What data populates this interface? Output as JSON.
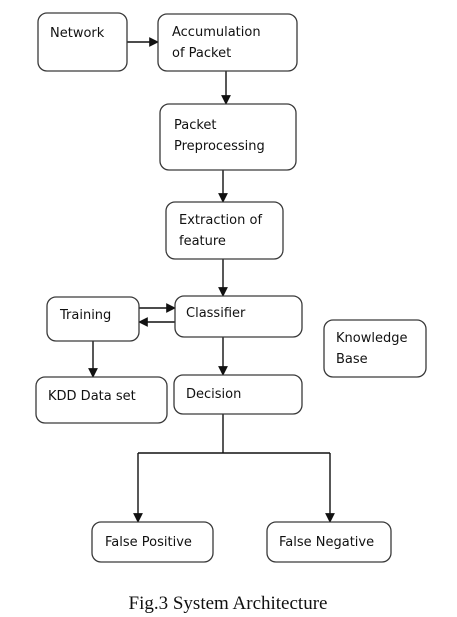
{
  "nodes": {
    "network": {
      "lines": [
        "Network"
      ]
    },
    "accumulation": {
      "lines": [
        "Accumulation",
        "of Packet"
      ]
    },
    "preprocessing": {
      "lines": [
        "Packet",
        "Preprocessing"
      ]
    },
    "extraction": {
      "lines": [
        "Extraction of",
        "feature"
      ]
    },
    "training": {
      "lines": [
        "Training"
      ]
    },
    "classifier": {
      "lines": [
        "Classifier"
      ]
    },
    "knowledge": {
      "lines": [
        "Knowledge",
        "Base"
      ]
    },
    "kdd": {
      "lines": [
        "KDD Data set"
      ]
    },
    "decision": {
      "lines": [
        "Decision"
      ]
    },
    "false_positive": {
      "lines": [
        "False Positive"
      ]
    },
    "false_negative": {
      "lines": [
        "False Negative"
      ]
    }
  },
  "edges": [
    {
      "from": "network",
      "to": "accumulation"
    },
    {
      "from": "accumulation",
      "to": "preprocessing"
    },
    {
      "from": "preprocessing",
      "to": "extraction"
    },
    {
      "from": "extraction",
      "to": "classifier"
    },
    {
      "from": "training",
      "to": "classifier"
    },
    {
      "from": "classifier",
      "to": "training"
    },
    {
      "from": "training",
      "to": "kdd"
    },
    {
      "from": "classifier",
      "to": "decision"
    },
    {
      "from": "decision",
      "to": "false_positive"
    },
    {
      "from": "decision",
      "to": "false_negative"
    }
  ],
  "caption": "Fig.3 System Architecture"
}
